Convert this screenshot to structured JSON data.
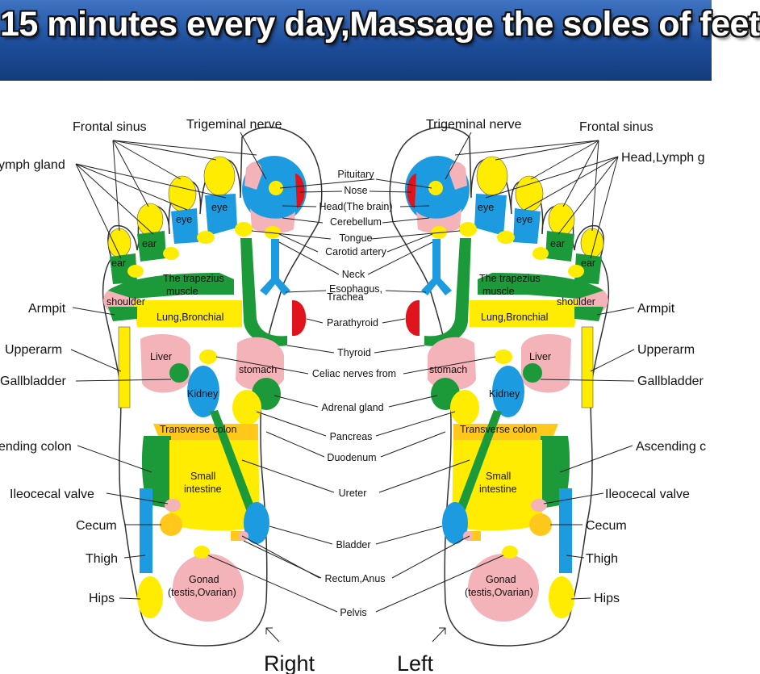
{
  "title": "15 minutes every day,Massage the soles of feet",
  "sides": {
    "right": "Right",
    "left": "Left"
  },
  "colors": {
    "banner": "#1d4d9a",
    "yellow": "#ffec00",
    "blue": "#1d9be0",
    "green": "#1c9a3a",
    "pink": "#f3b3b8",
    "red": "#e0141c",
    "orange": "#ffc81a"
  },
  "labels": {
    "frontal_sinus": "Frontal sinus",
    "trigeminal_nerve": "Trigeminal nerve",
    "lymph_gland_left_cut": "ymph gland",
    "head_lymph_right_cut": "Head,Lymph g",
    "armpit": "Armpit",
    "upperarm": "Upperarm",
    "gallbladder": "Gallbladder",
    "ascending_colon_left_cut": "ending colon",
    "ascending_colon_right_cut": "Ascending c",
    "ileocecal_valve": "Ileocecal valve",
    "cecum": "Cecum",
    "thigh": "Thigh",
    "hips": "Hips"
  },
  "center_labels": {
    "pituitary": "Pituitary",
    "nose": "Nose",
    "head_brain": "Head(The brain)",
    "cerebellum": "Cerebellum",
    "tongue": "Tongue",
    "carotid_artery": "Carotid artery",
    "neck": "Neck",
    "esophagus": "Esophagus,",
    "trachea": "Trachea",
    "parathyroid": "Parathyroid",
    "thyroid": "Thyroid",
    "celiac": "Celiac nerves from",
    "adrenal": "Adrenal gland",
    "pancreas": "Pancreas",
    "duodenum": "Duodenum",
    "ureter": "Ureter",
    "bladder": "Bladder",
    "rectum": "Rectum,Anus",
    "pelvis": "Pelvis"
  },
  "zone_labels": {
    "eye": "eye",
    "ear": "ear",
    "trapezius_1": "The trapezius",
    "trapezius_2": "muscle",
    "shoulder": "shoulder",
    "lung": "Lung,Bronchial",
    "liver": "Liver",
    "stomach": "stomach",
    "kidney": "Kidney",
    "transverse": "Transverse colon",
    "small_1": "Small",
    "small_2": "intestine",
    "gonad_1": "Gonad",
    "gonad_2": "(testis,Ovarian)"
  }
}
